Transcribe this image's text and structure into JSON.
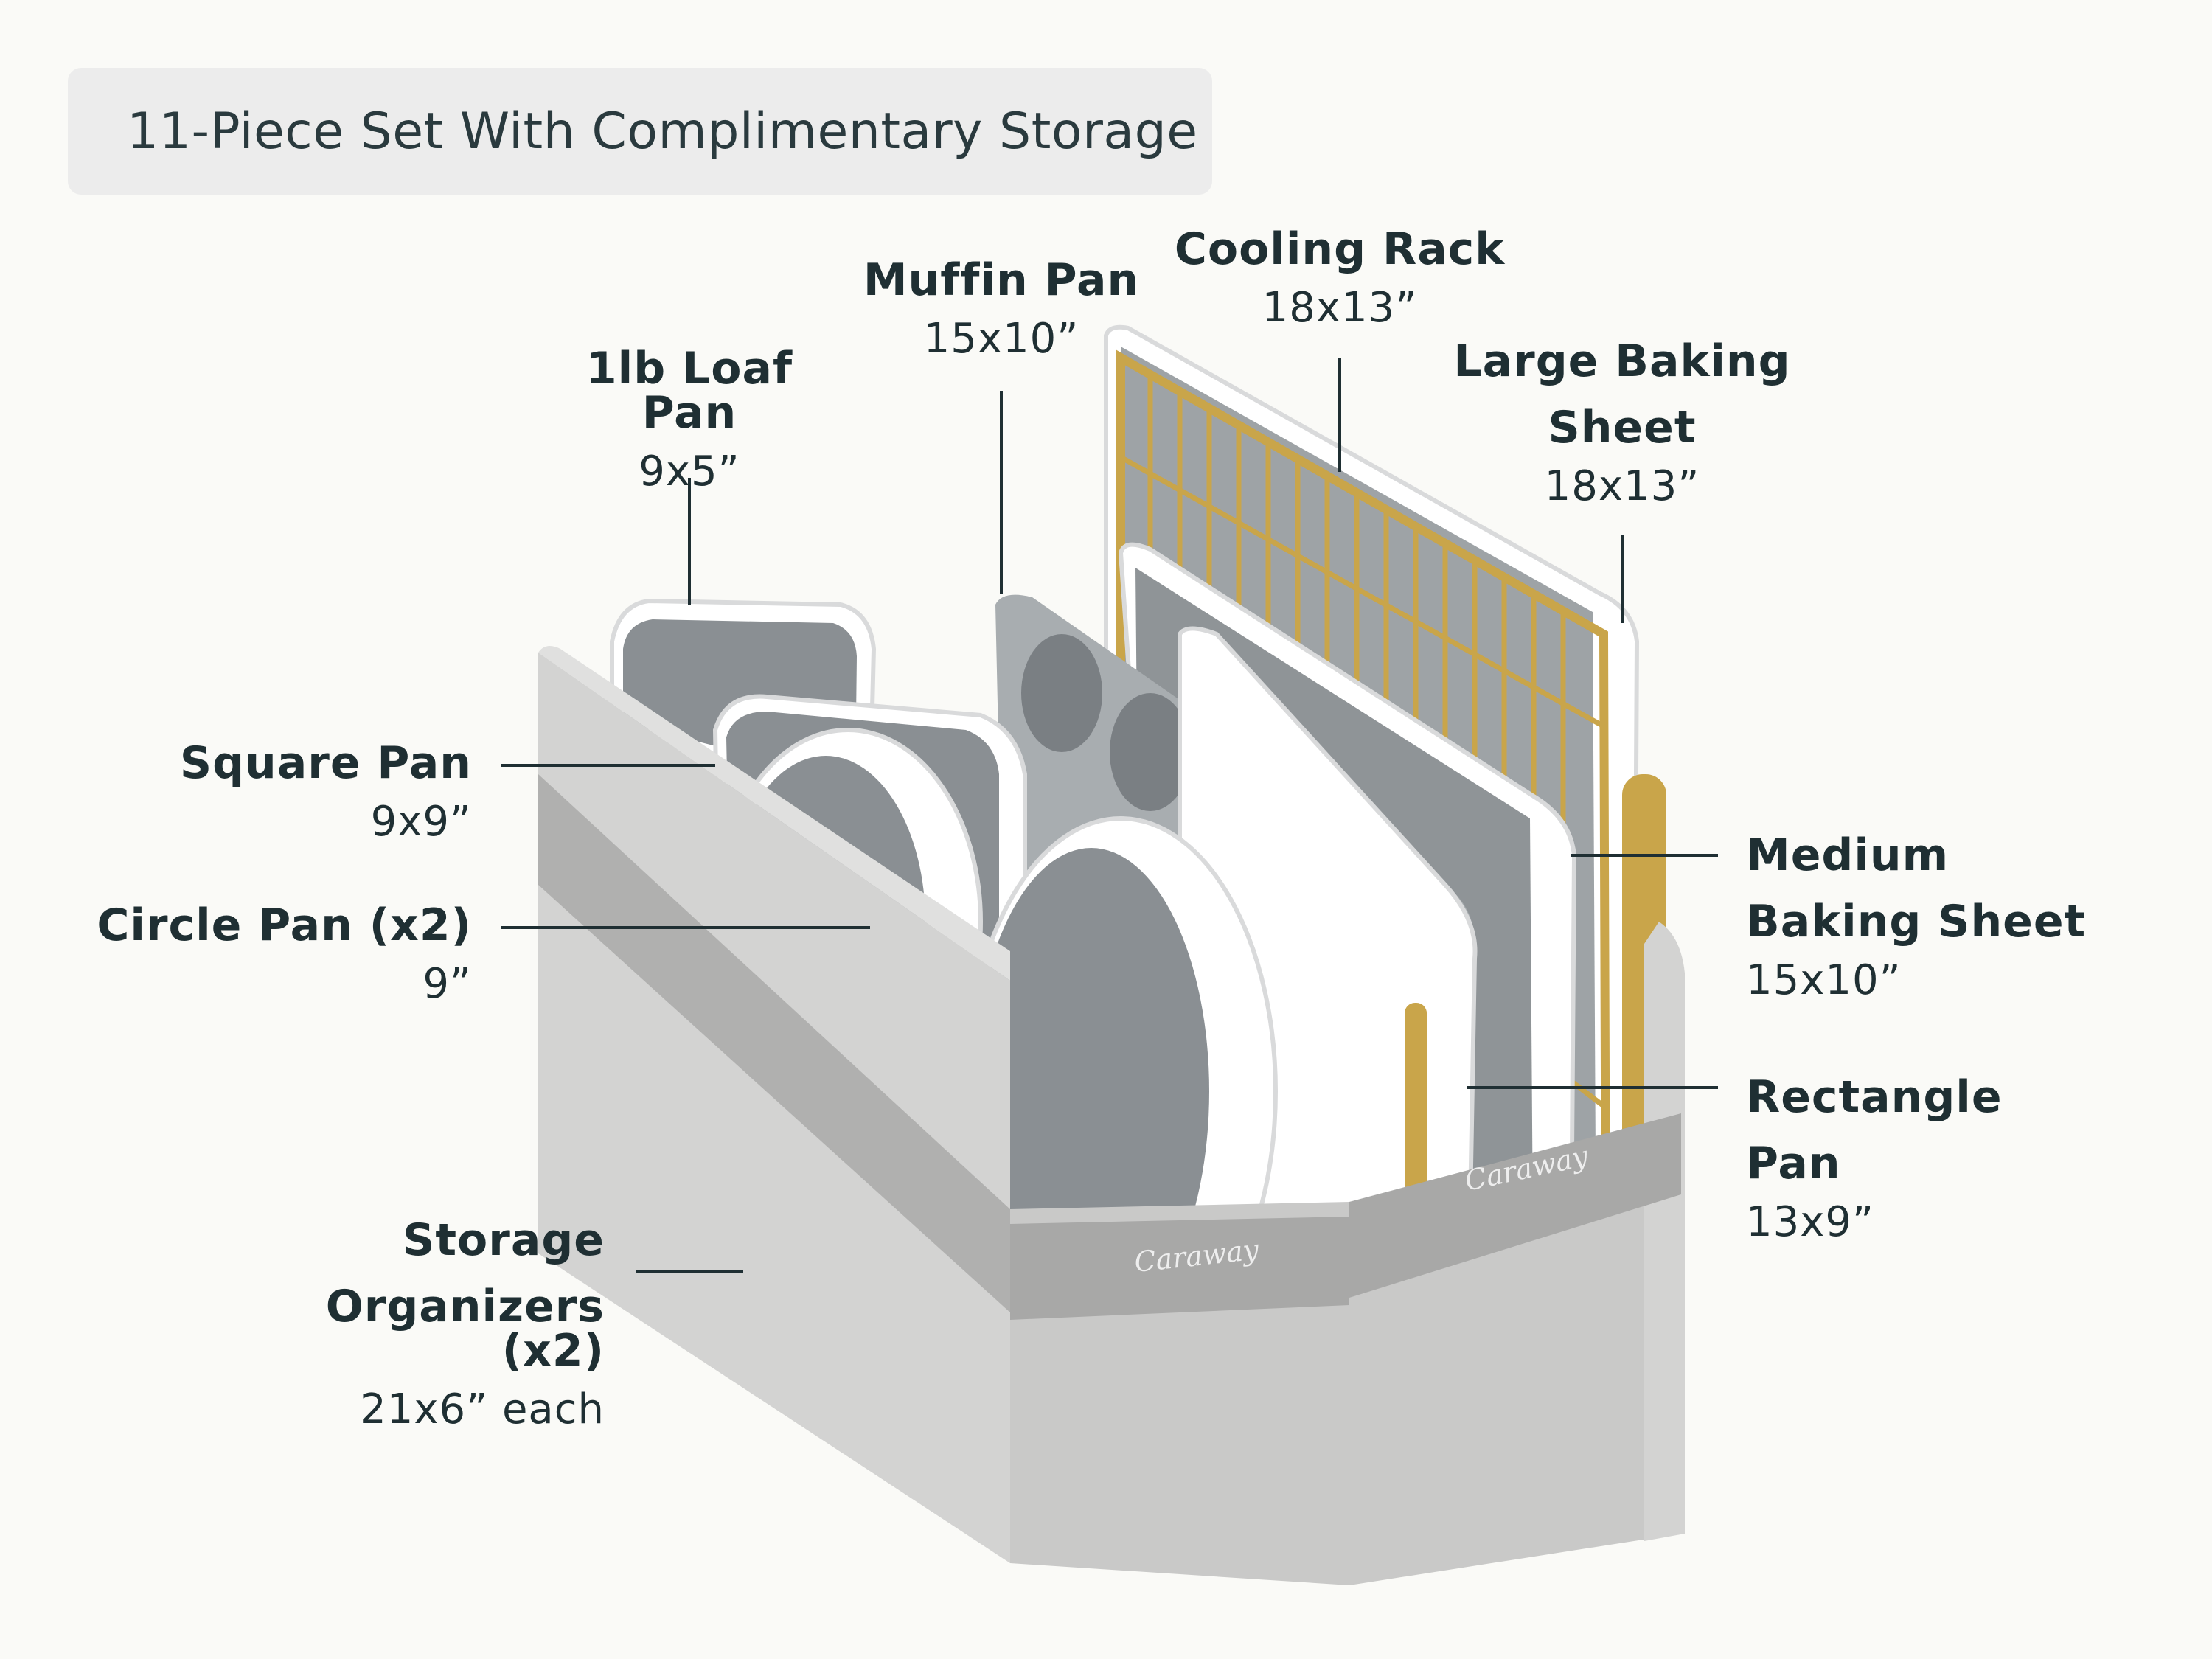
{
  "title": "11-Piece Set With Complimentary Storage",
  "brand": "Caraway",
  "labels": {
    "loaf": {
      "name": "1lb Loaf Pan",
      "size": "9x5”"
    },
    "muffin": {
      "name": "Muffin Pan",
      "size": "15x10”"
    },
    "cooling": {
      "name": "Cooling Rack",
      "size": "18x13”"
    },
    "large": {
      "name1": "Large Baking",
      "name2": "Sheet",
      "size": "18x13”"
    },
    "square": {
      "name": "Square Pan",
      "size": "9x9”"
    },
    "circle": {
      "name": "Circle Pan (x2)",
      "size": "9”"
    },
    "medium": {
      "name1": "Medium",
      "name2": "Baking Sheet",
      "size": "15x10”"
    },
    "rectangle": {
      "name1": "Rectangle",
      "name2": "Pan",
      "size": "13x9”"
    },
    "storage": {
      "name1": "Storage",
      "name2": "Organizers (x2)",
      "size": "21x6” each"
    }
  },
  "colors": {
    "gold": "#c9a54a",
    "shell": "#ffffff",
    "interior": "#8a8f93",
    "felt": "#cfcfcf",
    "text": "#1f2f33"
  }
}
